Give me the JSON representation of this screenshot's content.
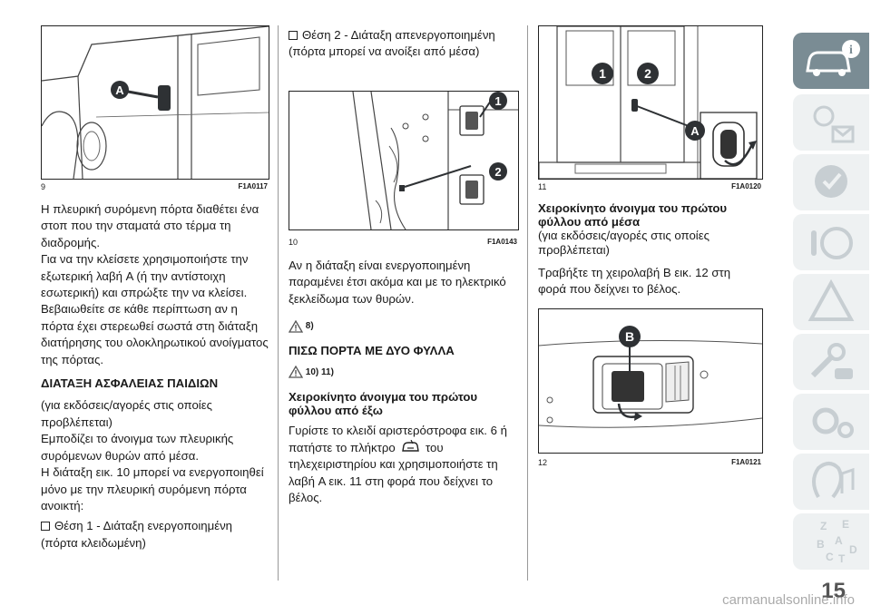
{
  "figures": [
    {
      "num": "9",
      "code": "F1A0117",
      "label": "A"
    },
    {
      "num": "10",
      "code": "F1A0143",
      "labels": [
        "1",
        "2"
      ]
    },
    {
      "num": "11",
      "code": "F1A0120",
      "labels": [
        "1",
        "2",
        "A"
      ]
    },
    {
      "num": "12",
      "code": "F1A0121",
      "label": "B"
    }
  ],
  "col1": {
    "p1": "Η πλευρική συρόμενη πόρτα διαθέτει ένα στοπ που την σταματά στο τέρμα τη διαδρομής.",
    "p2": "Για να την κλείσετε χρησιμοποιήστε την εξωτερική λαβή A (ή την αντίστοιχη εσωτερική) και σπρώξτε την να κλείσει.",
    "p3": "Βεβαιωθείτε σε κάθε περίπτωση αν η πόρτα έχει στερεωθεί σωστά στη διάταξη διατήρησης του ολοκληρωτικού ανοίγματος της πόρτας.",
    "heading": "ΔΙΑΤΑΞΗ ΑΣΦΑΛΕΙΑΣ ΠΑΙΔΙΩΝ",
    "p4": "(για εκδόσεις/αγορές στις οποίες προβλέπεται)",
    "p5a": "Εμποδίζει το άνοιγμα των πλευρικής συρόμενων θυρών από μέσα.",
    "p5b": "Η διάταξη εικ. 10 μπορεί να ενεργοποιηθεί μόνο με την πλευρική συρόμενη πόρτα ανοικτή:",
    "pos1": "Θέση 1 - Διάταξη ενεργοποιημένη (πόρτα κλειδωμένη)"
  },
  "col2": {
    "pos2": "Θέση 2 - Διάταξη απενεργοποιημένη (πόρτα μπορεί να ανοίξει από μέσα)",
    "p1": "Αν η διάταξη είναι ενεργοποιημένη παραμένει έτσι ακόμα και με το ηλεκτρικό ξεκλείδωμα των θυρών.",
    "warn1": "8)",
    "heading": "ΠΙΣΩ ΠΟΡΤΑ ΜΕ ΔΥΟ ΦΥΛΛΑ",
    "warn2": "10) 11)",
    "subheading": "Χειροκίνητο άνοιγμα του πρώτου φύλλου από έξω",
    "p2a": "Γυρίστε το κλειδί αριστερόστροφα εικ. 6 ή πατήστε το πλήκτρο",
    "p2b": "του τηλεχειριστηρίου και χρησιμοποιήστε τη λαβή A εικ. 11 στη φορά που δείχνει το βέλος."
  },
  "col3": {
    "subheading": "Χειροκίνητο άνοιγμα του πρώτου φύλλου από μέσα",
    "p1": "(για εκδόσεις/αγορές στις οποίες προβλέπεται)",
    "p2": "Τραβήξτε τη χειρολαβή B εικ. 12 στη φορά που δείχνει το βέλος."
  },
  "page_number": "15",
  "watermark": "carmanualsonline.info",
  "colors": {
    "sidebar_active": "#7a8c94",
    "sidebar_inactive": "#eef1f2",
    "icon_inactive": "#c7ced2",
    "marker": "#2e3134"
  }
}
